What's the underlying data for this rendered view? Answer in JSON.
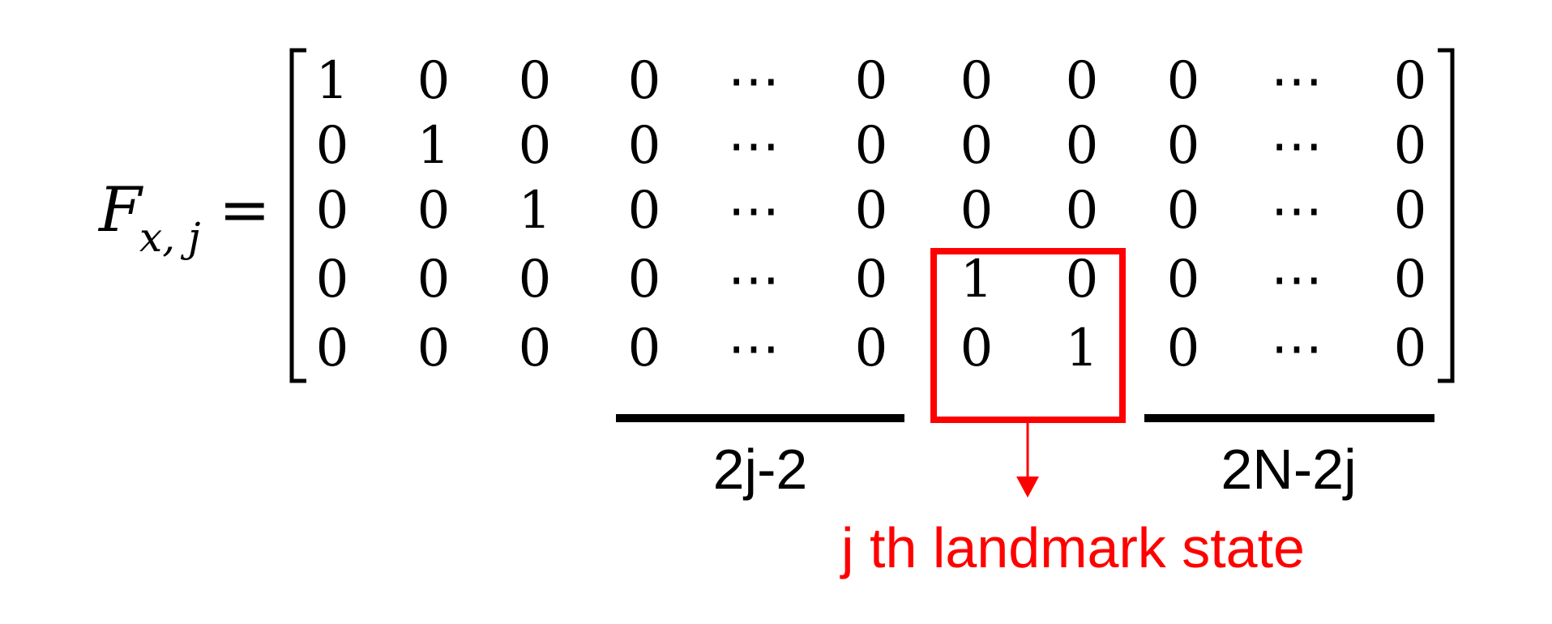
{
  "equation": {
    "lhs_symbol": "F",
    "lhs_subscript": "x, j",
    "equals": "="
  },
  "matrix": {
    "rows": [
      [
        "1",
        "0",
        "0",
        "0",
        "⋯",
        "0",
        "0",
        "0",
        "0",
        "⋯",
        "0"
      ],
      [
        "0",
        "1",
        "0",
        "0",
        "⋯",
        "0",
        "0",
        "0",
        "0",
        "⋯",
        "0"
      ],
      [
        "0",
        "0",
        "1",
        "0",
        "⋯",
        "0",
        "0",
        "0",
        "0",
        "⋯",
        "0"
      ],
      [
        "0",
        "0",
        "0",
        "0",
        "⋯",
        "0",
        "1",
        "0",
        "0",
        "⋯",
        "0"
      ],
      [
        "0",
        "0",
        "0",
        "0",
        "⋯",
        "0",
        "0",
        "1",
        "0",
        "⋯",
        "0"
      ]
    ]
  },
  "brace_labels": {
    "left_group": "2j-2",
    "right_group": "2N-2j"
  },
  "highlight": {
    "annotation": "j th landmark state",
    "color": "#ff0000"
  },
  "colors": {
    "text": "#000000",
    "accent": "#ff0000"
  }
}
